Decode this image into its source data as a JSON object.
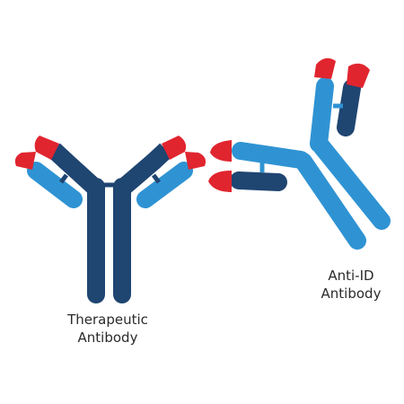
{
  "colors": {
    "heavy_chain_dark": "#1f4571",
    "light_chain_blue": "#2f93d3",
    "antigen_binding_red": "#e0252f",
    "background": "#ffffff",
    "text": "#2b2b2b"
  },
  "labels": {
    "therapeutic_line1": "Therapeutic",
    "therapeutic_line2": "Antibody",
    "anti_id_line1": "Anti-ID",
    "anti_id_line2": "Antibody"
  },
  "icons": {
    "therapeutic": "y-shaped-antibody-icon",
    "anti_id": "y-shaped-antibody-icon"
  }
}
